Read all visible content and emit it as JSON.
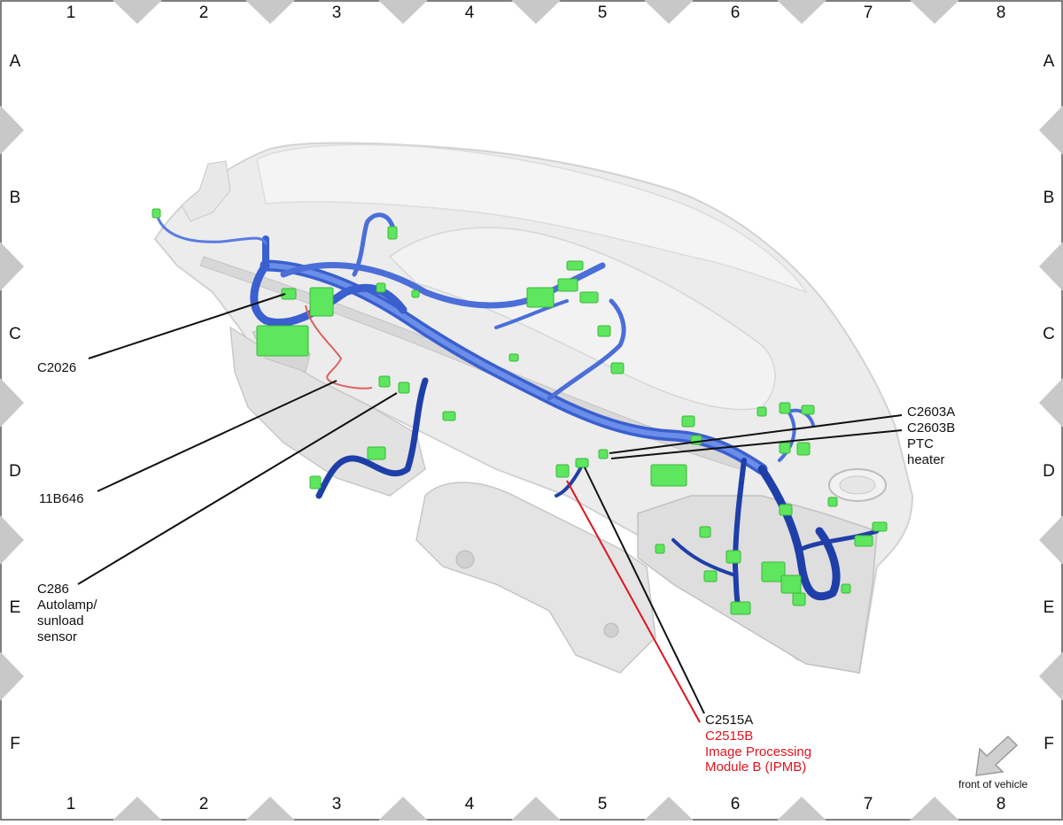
{
  "grid": {
    "columns": [
      "1",
      "2",
      "3",
      "4",
      "5",
      "6",
      "7",
      "8"
    ],
    "rows": [
      "A",
      "B",
      "C",
      "D",
      "E",
      "F"
    ]
  },
  "callouts": {
    "c2026": "C2026",
    "c11b646": "11B646",
    "c286": [
      "C286",
      "Autolamp/",
      "sunload",
      "sensor"
    ],
    "c2603": [
      "C2603A",
      "C2603B",
      "PTC",
      "heater"
    ],
    "c2515a": "C2515A",
    "c2515b": [
      "C2515B",
      "Image Processing",
      "Module B (IPMB)"
    ]
  },
  "orientation": {
    "label": "front of vehicle",
    "icon": "arrow-icon"
  },
  "colors": {
    "harness": "#4a6fd6",
    "harness_dark": "#1f3fa8",
    "connector": "#5ee65e",
    "highlight": "#e0141e",
    "dash": "#ebebeb",
    "frame_triangle": "#c8c8c8"
  }
}
